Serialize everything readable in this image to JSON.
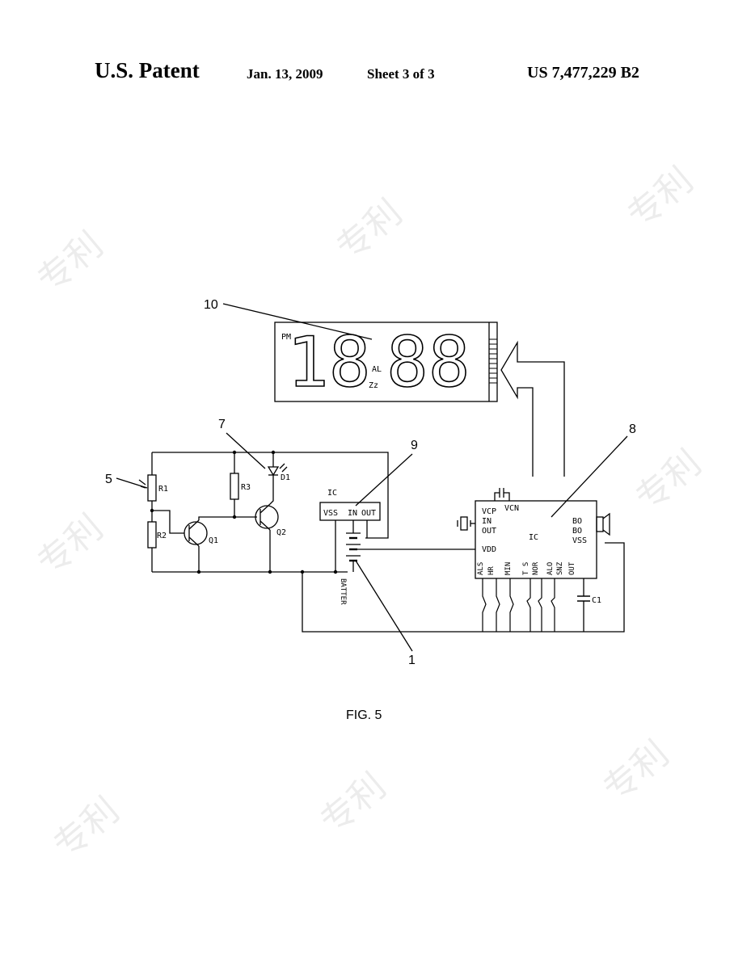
{
  "header": {
    "title": "U.S. Patent",
    "date": "Jan. 13, 2009",
    "sheet": "Sheet 3 of 3",
    "patent_number": "US 7,477,229 B2"
  },
  "figure": {
    "caption": "FIG. 5",
    "display": {
      "digits_left": "18",
      "digits_right": "88",
      "pm_label": "PM",
      "al_label": "AL",
      "zz_label": "Zz"
    },
    "reference_numerals": {
      "r1": "1",
      "r5": "5",
      "r7": "7",
      "r8": "8",
      "r9": "9",
      "r10": "10"
    },
    "components": {
      "r1": "R1",
      "r2": "R2",
      "r3": "R3",
      "d1": "D1",
      "q1": "Q1",
      "q2": "Q2",
      "c1": "C1",
      "battery": "BATTER"
    },
    "small_ic": {
      "title": "IC",
      "vss": "VSS",
      "in": "IN",
      "out": "OUT"
    },
    "main_ic": {
      "title": "IC",
      "pins_left": [
        "VCP",
        "IN",
        "OUT",
        "VDD"
      ],
      "pin_vcn": "VCN",
      "pins_right": [
        "BO",
        "BO",
        "VSS"
      ],
      "pins_bottom": [
        "ALS",
        "HR",
        "MIN",
        "T S",
        "NOR",
        "SNZ",
        "ALO",
        "OUT"
      ]
    }
  },
  "watermark": {
    "text": "专利"
  }
}
